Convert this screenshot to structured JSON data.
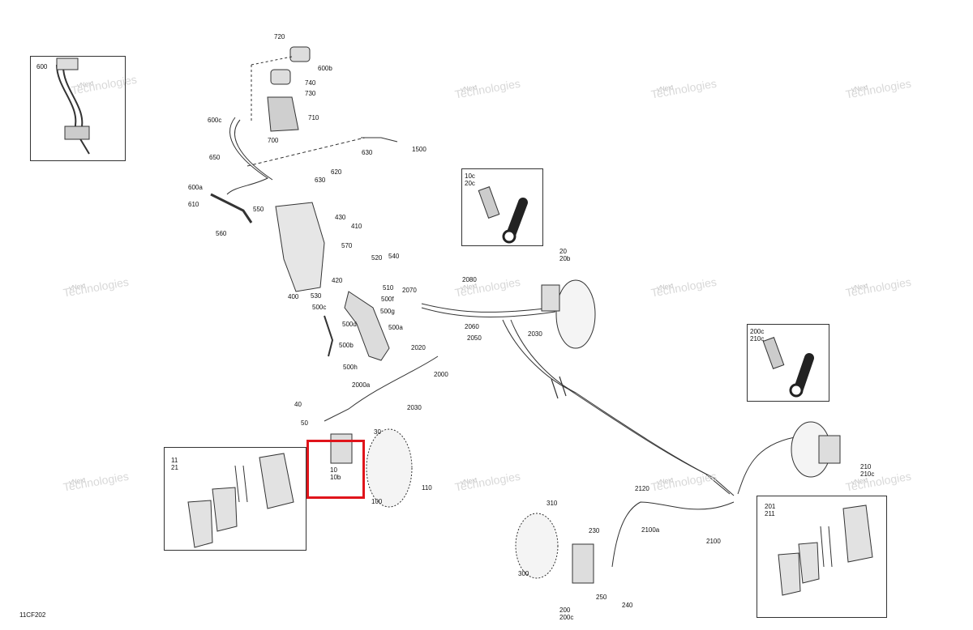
{
  "diagram_code": "11CF202",
  "watermark": {
    "line1": "vNext",
    "line2": "Technologies"
  },
  "highlight_color": "#e0141b",
  "callouts": [
    "720",
    "600b",
    "740",
    "730",
    "710",
    "700",
    "600",
    "600c",
    "650",
    "630",
    "1500",
    "620",
    "630",
    "600a",
    "610",
    "550",
    "560",
    "430",
    "410",
    "570",
    "520",
    "540",
    "510",
    "500f",
    "500g",
    "500a",
    "500c",
    "500d",
    "500b",
    "500h",
    "420",
    "530",
    "400",
    "2070",
    "2080",
    "20",
    "20b",
    "2060",
    "2050",
    "2030",
    "2020",
    "2000",
    "2000a",
    "2030",
    "40",
    "50",
    "30",
    "10",
    "10b",
    "100",
    "110",
    "11",
    "21",
    "10c",
    "20c",
    "200c",
    "210c",
    "210",
    "210c",
    "2120",
    "2100a",
    "2100",
    "310",
    "230",
    "300",
    "250",
    "200",
    "200c",
    "240",
    "201",
    "211"
  ],
  "inset_labels": {
    "box_600": "600",
    "box_10c": "10c\n20c",
    "box_200c": "200c\n210c",
    "box_11": "11\n21",
    "box_201": "201\n211"
  }
}
